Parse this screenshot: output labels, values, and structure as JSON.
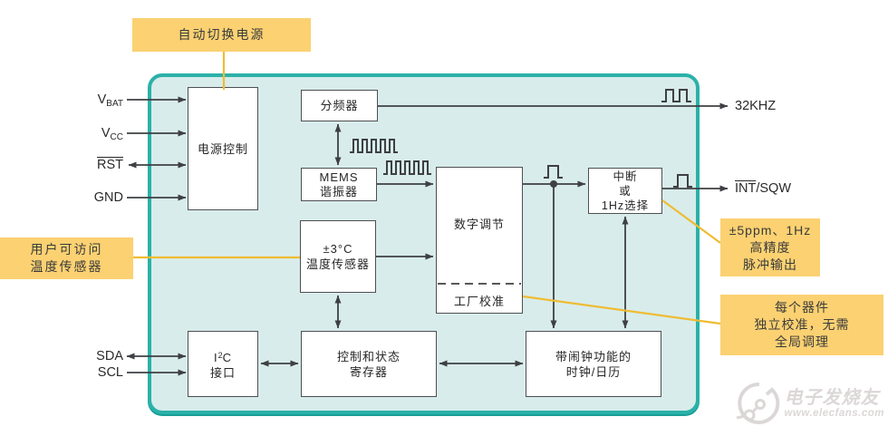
{
  "colors": {
    "chip_fill": "#d8eceb",
    "chip_border": "#2bb1a8",
    "callout_fill": "#fbd172",
    "callout_line": "#efbc33",
    "wire": "#3e4043",
    "block_border": "#4e4f51",
    "watermark": "#dcd7d7"
  },
  "callouts": {
    "auto_power": "自动切换电源",
    "user_temp": [
      "用户可访问",
      "温度传感器"
    ],
    "precision": [
      "±5ppm、1Hz",
      "高精度",
      "脉冲输出"
    ],
    "per_device": [
      "每个器件",
      "独立校准，无需",
      "全局调理"
    ]
  },
  "pins": {
    "vbat": {
      "main": "V",
      "sub": "BAT"
    },
    "vcc": {
      "main": "V",
      "sub": "CC"
    },
    "rst": "RST",
    "gnd": "GND",
    "sda": "SDA",
    "scl": "SCL"
  },
  "outputs": {
    "khz32": "32KHZ",
    "int_part": "INT",
    "sqw_part": "/SQW"
  },
  "blocks": {
    "power_control": "电源控制",
    "divider": "分频器",
    "mems": [
      "MEMS",
      "谐振器"
    ],
    "digital_adjust": "数字调节",
    "factory_cal": "工厂校准",
    "temp_sensor": [
      "±3°C",
      "温度传感器"
    ],
    "interrupt": [
      "中断",
      "或",
      "1Hz选择"
    ],
    "i2c": {
      "main": "I",
      "sup": "2",
      "tail": "C",
      "line2": "接口"
    },
    "ctrl_status": [
      "控制和状态",
      "寄存器"
    ],
    "clock_calendar": [
      "带闹钟功能的",
      "时钟/日历"
    ]
  },
  "watermark": {
    "title": "电子发烧友",
    "url": "www.elecfans.com"
  }
}
